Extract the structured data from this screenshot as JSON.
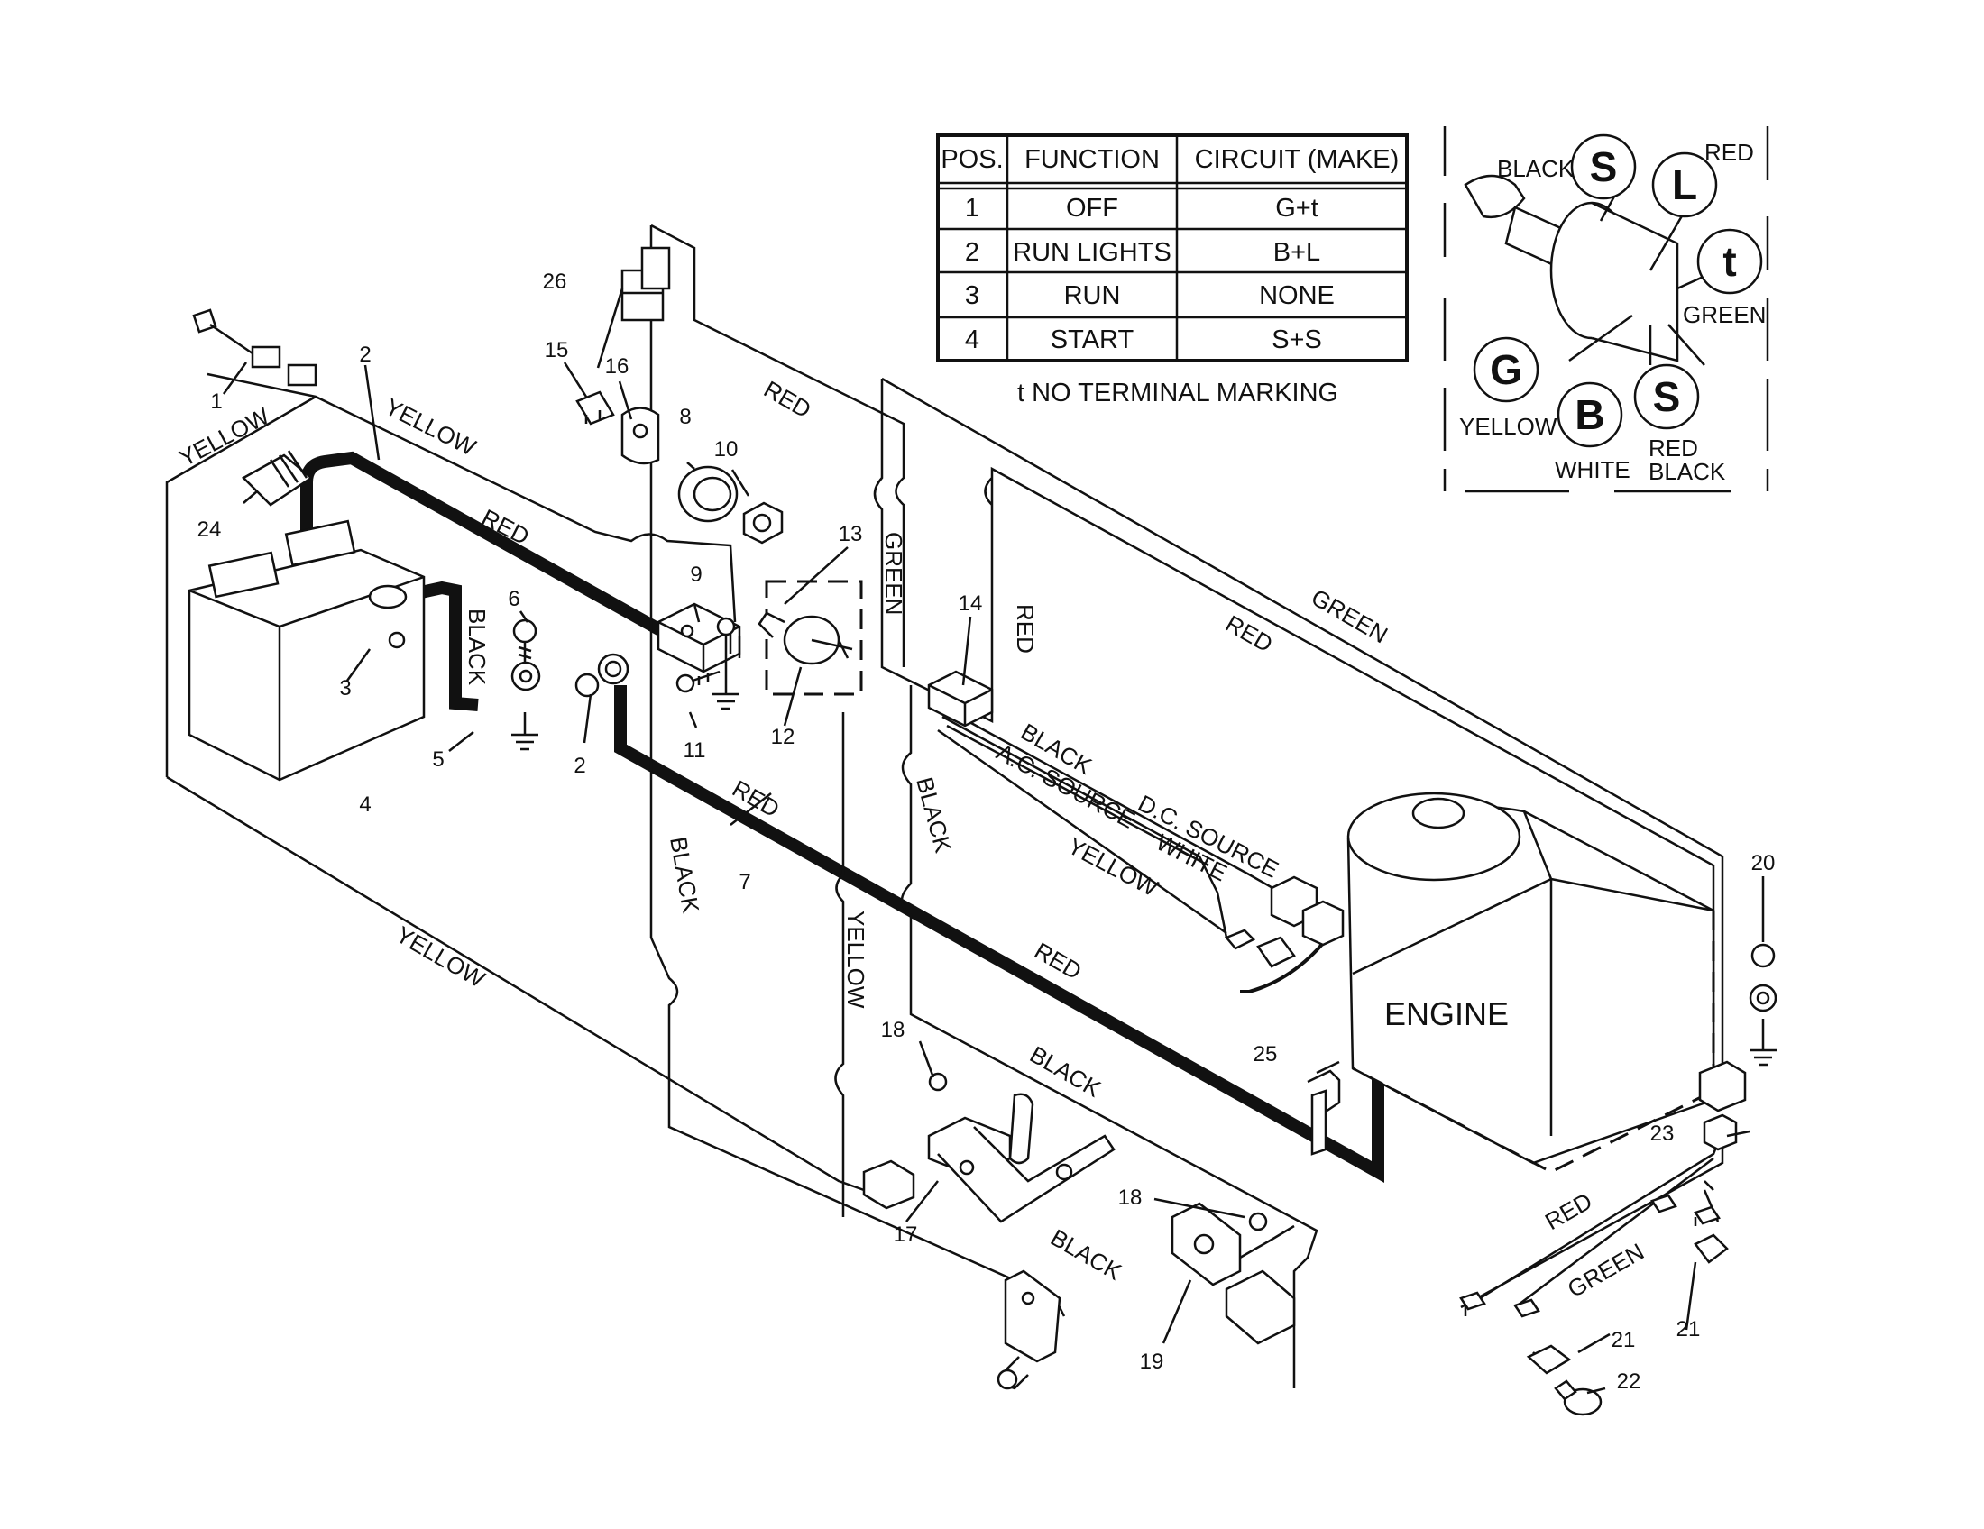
{
  "switch_table": {
    "headers": [
      "POS.",
      "FUNCTION",
      "CIRCUIT  (MAKE)"
    ],
    "rows": [
      [
        "1",
        "OFF",
        "G+t"
      ],
      [
        "2",
        "RUN LIGHTS",
        "B+L"
      ],
      [
        "3",
        "RUN",
        "NONE"
      ],
      [
        "4",
        "START",
        "S+S"
      ]
    ],
    "note": "t  NO TERMINAL MARKING"
  },
  "switch_inset": {
    "terminals": [
      "S",
      "L",
      "t",
      "G",
      "B",
      "S"
    ],
    "wire_labels": [
      "BLACK",
      "RED",
      "GREEN",
      "YELLOW",
      "WHITE",
      "RED",
      "BLACK"
    ]
  },
  "wire_labels": {
    "yellow": "YELLOW",
    "red": "RED",
    "black": "BLACK",
    "green": "GREEN",
    "white": "WHITE",
    "ac_source": "A.C. SOURCE",
    "dc_source": "D.C. SOURCE"
  },
  "engine_label": "ENGINE",
  "part_numbers": [
    "1",
    "2",
    "3",
    "4",
    "5",
    "6",
    "7",
    "8",
    "9",
    "10",
    "11",
    "12",
    "13",
    "14",
    "15",
    "16",
    "17",
    "18",
    "19",
    "20",
    "21",
    "22",
    "23",
    "24",
    "25",
    "26"
  ],
  "colors": {
    "ink": "#111111",
    "background": "#ffffff"
  }
}
